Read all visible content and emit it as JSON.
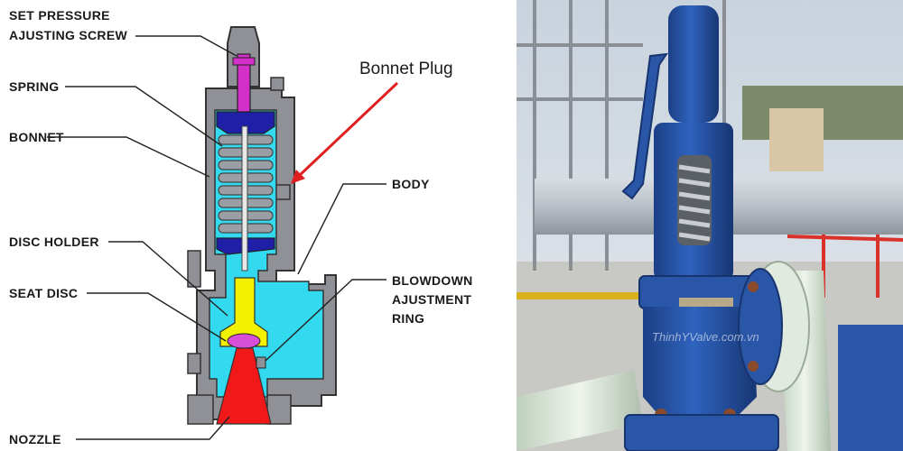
{
  "diagram": {
    "labels": {
      "set_pressure_1": "SET PRESSURE",
      "set_pressure_2": "AJUSTING SCREW",
      "spring": "SPRING",
      "bonnet": "BONNET",
      "disc_holder": "DISC HOLDER",
      "seat_disc": "SEAT DISC",
      "nozzle": "NOZZLE",
      "bonnet_plug": "Bonnet Plug",
      "body": "BODY",
      "blowdown_1": "BLOWDOWN",
      "blowdown_2": "AJUSTMENT",
      "blowdown_3": "RING"
    },
    "colors": {
      "body_fill": "#8f9196",
      "fluid_fill": "#33d9ee",
      "spring_fill": "#9b9ea5",
      "bonnet_cap": "#1f1fa8",
      "disc_holder": "#f2f200",
      "seat_disc": "#d64fd6",
      "nozzle": "#f01818",
      "screw": "#d42fc8",
      "arrow": "#e02020"
    }
  },
  "photo": {
    "watermark": "ThinhYValve.com.vn",
    "valve_color": "#2a56a8",
    "pipe_color": "#e0eadf"
  }
}
